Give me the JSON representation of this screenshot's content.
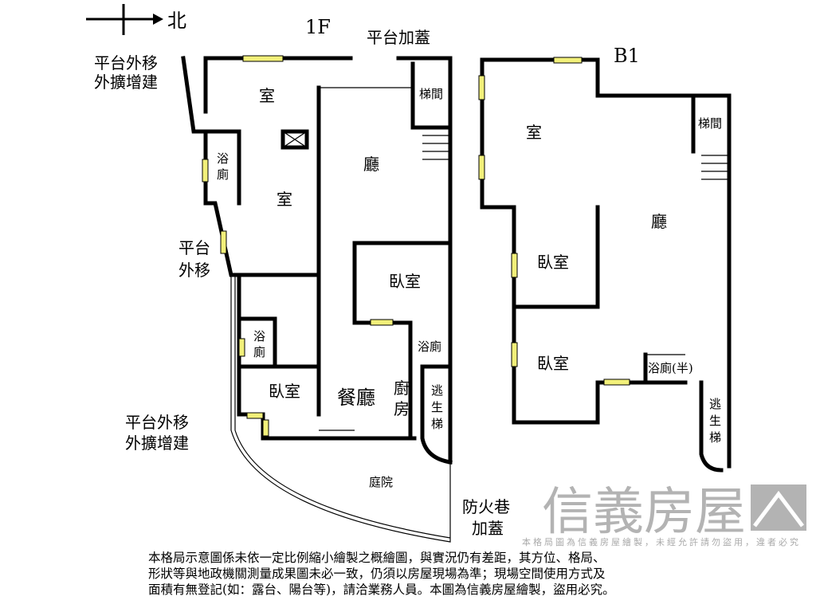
{
  "compass": {
    "label": "北"
  },
  "floor_1f": {
    "title": "1F",
    "labels": {
      "platform_addon_top": "平台加蓋",
      "platform_move_extend_top": [
        "平台外移",
        "外擴增建"
      ],
      "room_top": "室",
      "stairwell": "梯間",
      "bath_left": [
        "浴",
        "廁"
      ],
      "living": "廳",
      "room_mid": "室",
      "platform_move": [
        "平台",
        "外移"
      ],
      "bedroom_right": "臥室",
      "bath_lower": [
        "浴",
        "廁"
      ],
      "bath_right": "浴廁",
      "bedroom_lower": "臥室",
      "dining": "餐廳",
      "kitchen": [
        "廚",
        "房"
      ],
      "escape_stair": [
        "逃",
        "生",
        "梯"
      ],
      "platform_move_extend_bottom": [
        "平台外移",
        "外擴增建"
      ],
      "garden": "庭院",
      "fire_lane": [
        "防火巷",
        "加蓋"
      ]
    }
  },
  "floor_b1": {
    "title": "B1",
    "labels": {
      "room": "室",
      "stairwell": "梯間",
      "living": "廳",
      "bedroom_1": "臥室",
      "bedroom_2": "臥室",
      "half_bath": "浴廁(半)",
      "escape_stair": [
        "逃",
        "生",
        "梯"
      ]
    }
  },
  "watermark": {
    "brand": "信義房屋",
    "notice": "本格局圖為信義房屋繪製，未經允許請勿盜用，違者必究"
  },
  "disclaimer": [
    "本格局示意圖係未依一定比例縮小繪製之概繪圖，與實況仍有差距，其方位、格局、",
    "形狀等與地政機關測量成果圖未必一致，仍須以房屋現場為準；現場空間使用方式及",
    "面積有無登記(如：露台、陽台等)，請洽業務人員。本圖為信義房屋繪製，盜用必究。"
  ],
  "colors": {
    "wall": "#000000",
    "window": "#f2f07a",
    "watermark": "#9a9a9a"
  }
}
